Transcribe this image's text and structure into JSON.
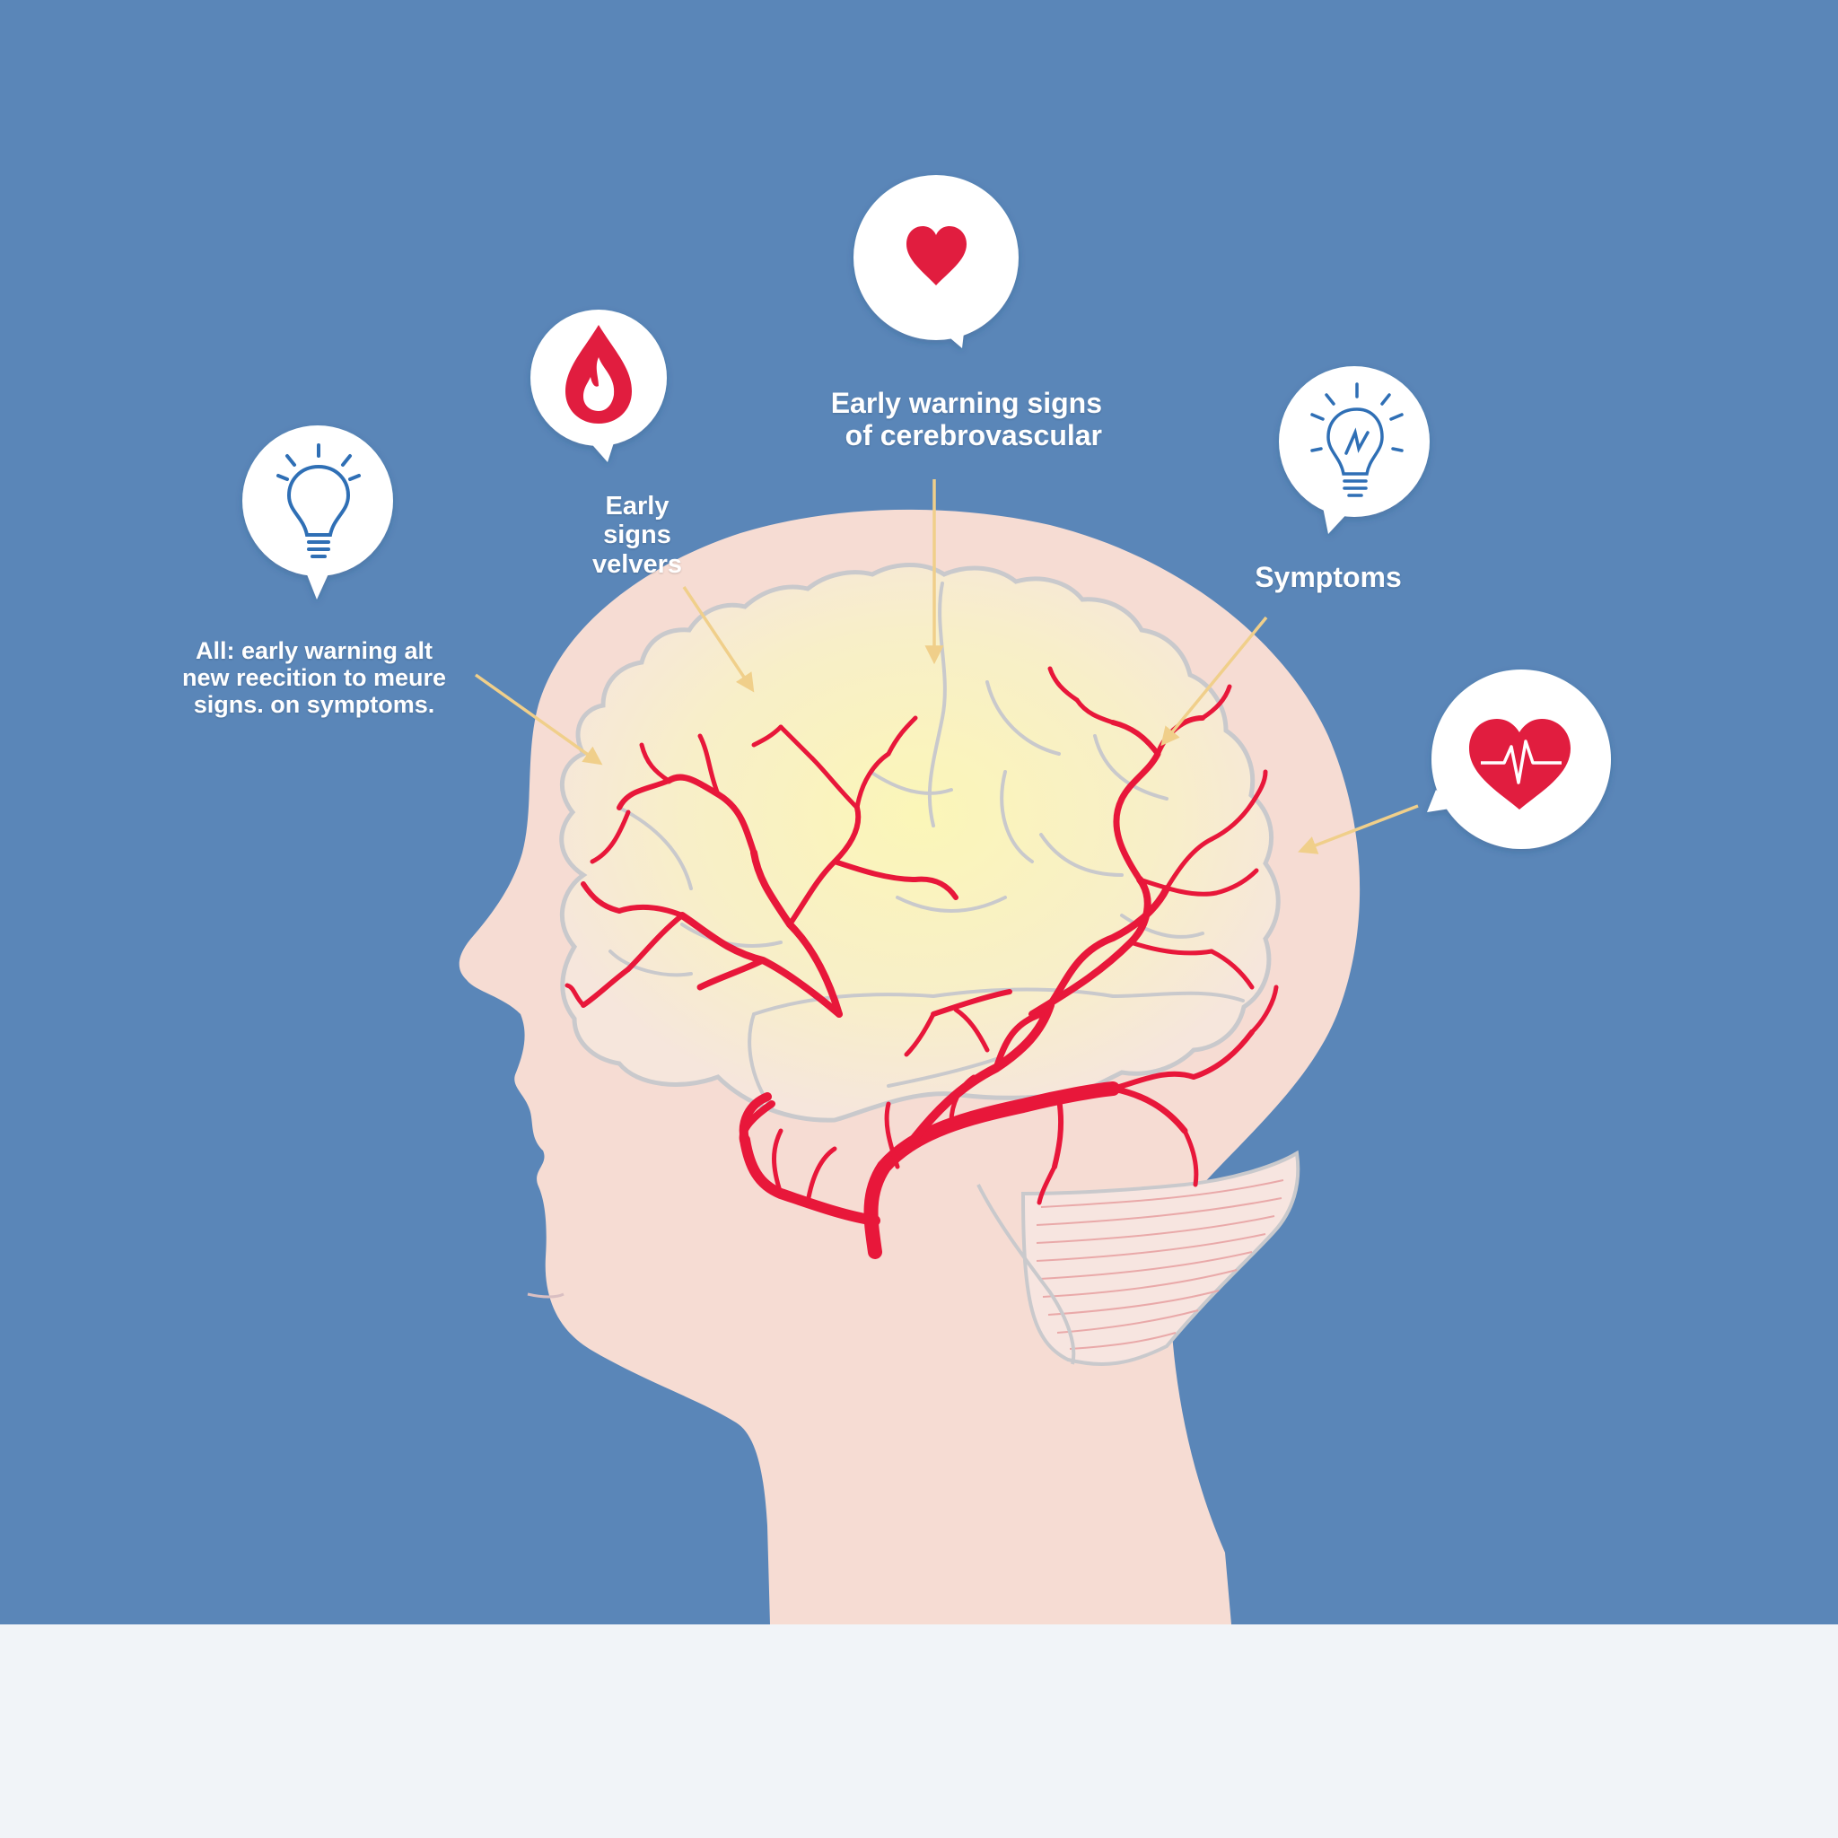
{
  "colors": {
    "background": "#5a86b8",
    "floor": "#f1f4f8",
    "head_skin": "#f6dcd3",
    "brain_fill": "#f8f0c6",
    "brain_outline": "#c9c9cc",
    "vessels": "#e8173a",
    "arrows": "#f0cf8a",
    "bubble": "#ffffff",
    "icon_blue": "#2f6fb5",
    "icon_red": "#e11d3f"
  },
  "icons": [
    {
      "name": "lightbulb-icon"
    },
    {
      "name": "blood-drop-flame-icon"
    },
    {
      "name": "heart-icon"
    },
    {
      "name": "lightbulb-idea-icon"
    },
    {
      "name": "heartbeat-heart-icon"
    }
  ],
  "labels": {
    "left": [
      "All: early warning alt",
      "new reecition to meure",
      "signs. on symptoms."
    ],
    "left_center": [
      "Early",
      "signs",
      "velvers"
    ],
    "center": [
      "Early warning signs",
      "of cerebrovascular"
    ],
    "right": [
      "Symptoms"
    ]
  }
}
